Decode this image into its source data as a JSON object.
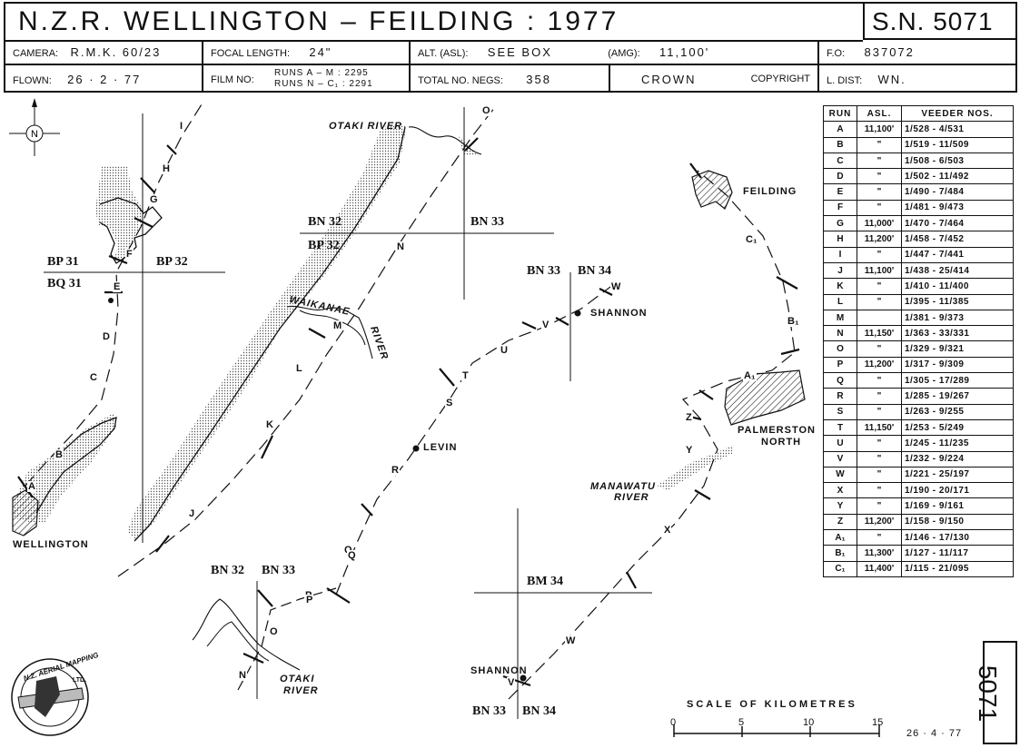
{
  "header": {
    "title": "N.Z.R.  WELLINGTON  –  FEILDING  :  1977",
    "sortie": "S.N. 5071",
    "camera_label": "CAMERA:",
    "camera_value": "R.M.K. 60/23",
    "focal_label": "FOCAL LENGTH:",
    "focal_value": "24\"",
    "alt_label": "ALT. (ASL):",
    "alt_value": "SEE BOX",
    "amg_label": "(AMG):",
    "amg_value": "11,100'",
    "fo_label": "F.O:",
    "fo_value": "837072",
    "flown_label": "FLOWN:",
    "flown_value": "26 · 2 · 77",
    "film_label": "FILM NO:",
    "film_value_1": "RUNS  A – M : 2295",
    "film_value_2": "RUNS  N – C₁ : 2291",
    "negs_label": "TOTAL NO. NEGS:",
    "negs_value": "358",
    "crown": "CROWN",
    "copyright": "COPYRIGHT",
    "ldist_label": "L. DIST:",
    "ldist_value": "WN."
  },
  "table": {
    "headers": [
      "RUN",
      "ASL.",
      "VEEDER   NOS."
    ],
    "rows": [
      [
        "A",
        "11,100'",
        "1/528  -  4/531"
      ],
      [
        "B",
        "\"",
        "1/519  -  11/509"
      ],
      [
        "C",
        "\"",
        "1/508  -  6/503"
      ],
      [
        "D",
        "\"",
        "1/502  -  11/492"
      ],
      [
        "E",
        "\"",
        "1/490  -  7/484"
      ],
      [
        "F",
        "\"",
        "1/481  -  9/473"
      ],
      [
        "G",
        "11,000'",
        "1/470  -  7/464"
      ],
      [
        "H",
        "11,200'",
        "1/458  -  7/452"
      ],
      [
        "I",
        "\"",
        "1/447  -  7/441"
      ],
      [
        "J",
        "11,100'",
        "1/438  -  25/414"
      ],
      [
        "K",
        "\"",
        "1/410  -  11/400"
      ],
      [
        "L",
        "\"",
        "1/395  -  11/385"
      ],
      [
        "M",
        "",
        "1/381  -  9/373"
      ],
      [
        "N",
        "11,150'",
        "1/363  -  33/331"
      ],
      [
        "O",
        "\"",
        "1/329  -  9/321"
      ],
      [
        "P",
        "11,200'",
        "1/317  -  9/309"
      ],
      [
        "Q",
        "\"",
        "1/305  -  17/289"
      ],
      [
        "R",
        "\"",
        "1/285  -  19/267"
      ],
      [
        "S",
        "\"",
        "1/263  -  9/255"
      ],
      [
        "T",
        "11,150'",
        "1/253  -  5/249"
      ],
      [
        "U",
        "\"",
        "1/245  -  11/235"
      ],
      [
        "V",
        "\"",
        "1/232  -  9/224"
      ],
      [
        "W",
        "\"",
        "1/221  -  25/197"
      ],
      [
        "X",
        "\"",
        "1/190  -  20/171"
      ],
      [
        "Y",
        "\"",
        "1/169  -  9/161"
      ],
      [
        "Z",
        "11,200'",
        "1/158  -  9/150"
      ],
      [
        "A₁",
        "\"",
        "1/146  -  17/130"
      ],
      [
        "B₁",
        "11,300'",
        "1/127  -  11/117"
      ],
      [
        "C₁",
        "11,400'",
        "1/115  -  21/095"
      ]
    ]
  },
  "map": {
    "north": "N",
    "places": {
      "wellington": "WELLINGTON",
      "feilding": "FEILDING",
      "shannon": "SHANNON",
      "levin": "LEVIN",
      "palmerston_1": "PALMERSTON",
      "palmerston_2": "NORTH",
      "otaki_river": "OTAKI RIVER",
      "waikanae_1": "WAIKANAE",
      "waikanae_2": "RIVER",
      "manawatu_1": "MANAWATU",
      "manawatu_2": "RIVER",
      "inset_otaki_1": "OTAKI",
      "inset_otaki_2": "RIVER",
      "inset_shannon": "SHANNON"
    },
    "grid": {
      "bp31": "BP 31",
      "bp32": "BP 32",
      "bq31": "BQ 31",
      "bn32a": "BN 32",
      "bn33a": "BN 33",
      "bp32b": "BP 32",
      "bn33b": "BN 33",
      "bn34b": "BN 34",
      "bn32c": "BN 32",
      "bn33c": "BN 33",
      "bm34": "BM 34",
      "bn33d": "BN 33",
      "bn34d": "BN 34"
    },
    "runs": {
      "A": "A",
      "B": "B",
      "C": "C",
      "D": "D",
      "E": "E",
      "F": "F",
      "G": "G",
      "H": "H",
      "I": "I",
      "J": "J",
      "K": "K",
      "L": "L",
      "M": "M",
      "N": "N",
      "O": "O",
      "P": "P",
      "Q": "Q",
      "R": "R",
      "S": "S",
      "T": "T",
      "U": "U",
      "V": "V",
      "W": "W",
      "X": "X",
      "Y": "Y",
      "Z": "Z",
      "A1": "A₁",
      "B1": "B₁",
      "C1": "C₁",
      "iN": "N",
      "iO": "O",
      "iP": "P",
      "iQ": "Q",
      "iV": "V",
      "iW": "W"
    }
  },
  "scale": {
    "label": "SCALE   OF   KILOMETRES",
    "ticks": [
      "0",
      "5",
      "10",
      "15"
    ],
    "date": "26 · 4 · 77"
  },
  "logo": {
    "text_1": "N.Z. AERIAL MAPPING",
    "text_2": "LTD."
  },
  "side_sn": "5071"
}
